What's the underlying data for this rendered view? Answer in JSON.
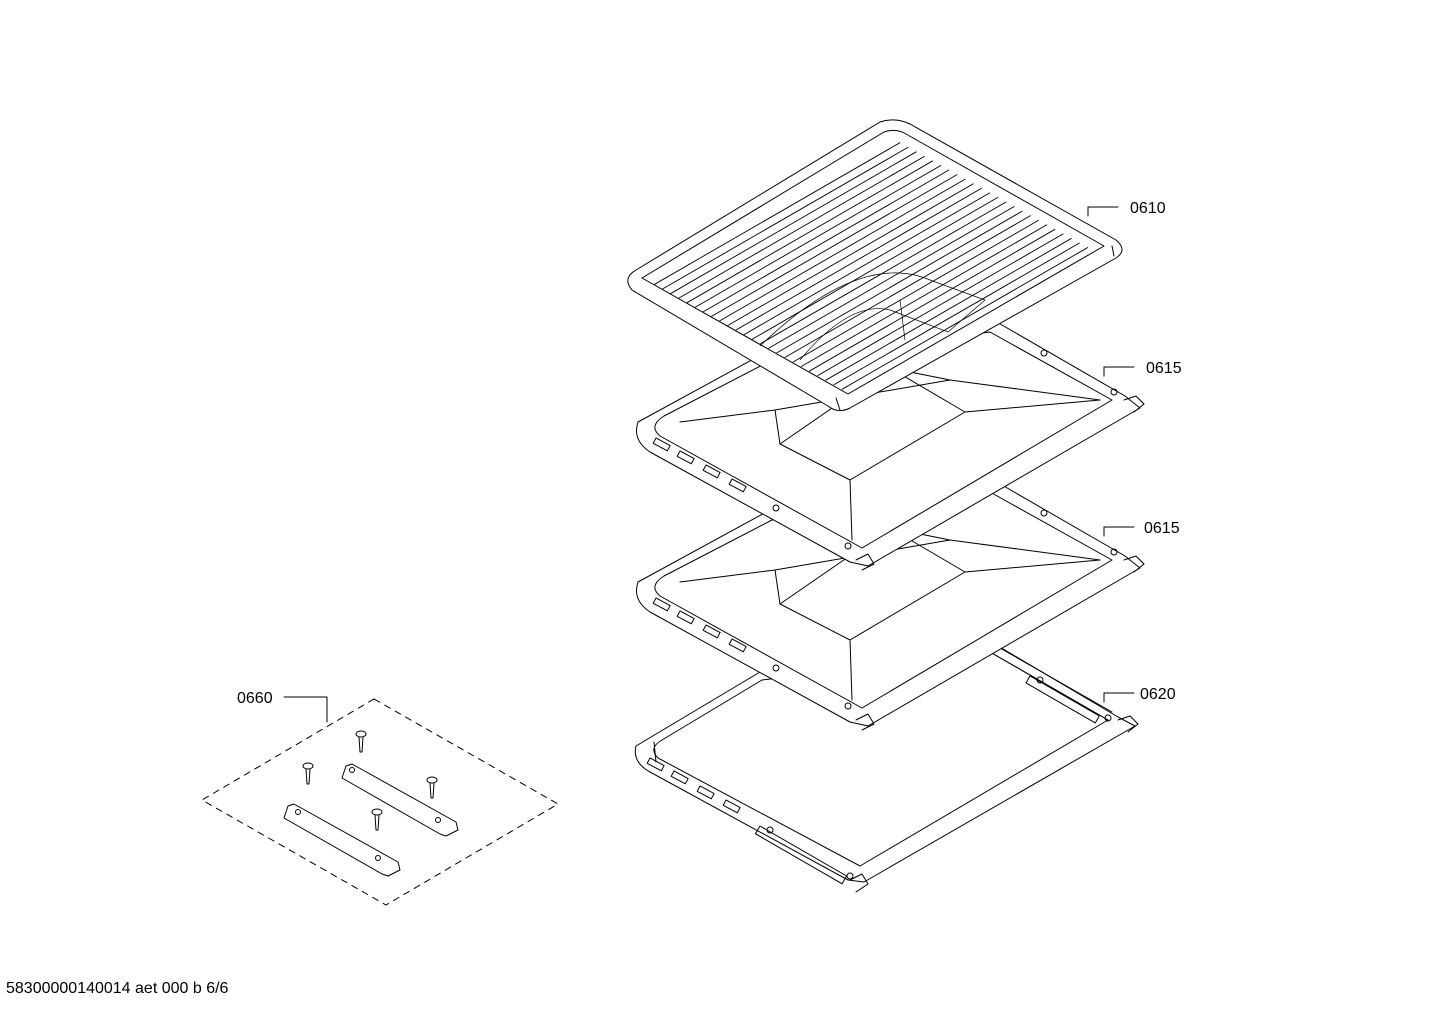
{
  "diagram": {
    "parts": [
      {
        "id": "0610",
        "label": "0610"
      },
      {
        "id": "0615a",
        "label": "0615"
      },
      {
        "id": "0615b",
        "label": "0615"
      },
      {
        "id": "0620",
        "label": "0620"
      },
      {
        "id": "0660",
        "label": "0660"
      }
    ]
  },
  "footer": {
    "text": "58300000140014 aet 000 b 6/6"
  }
}
